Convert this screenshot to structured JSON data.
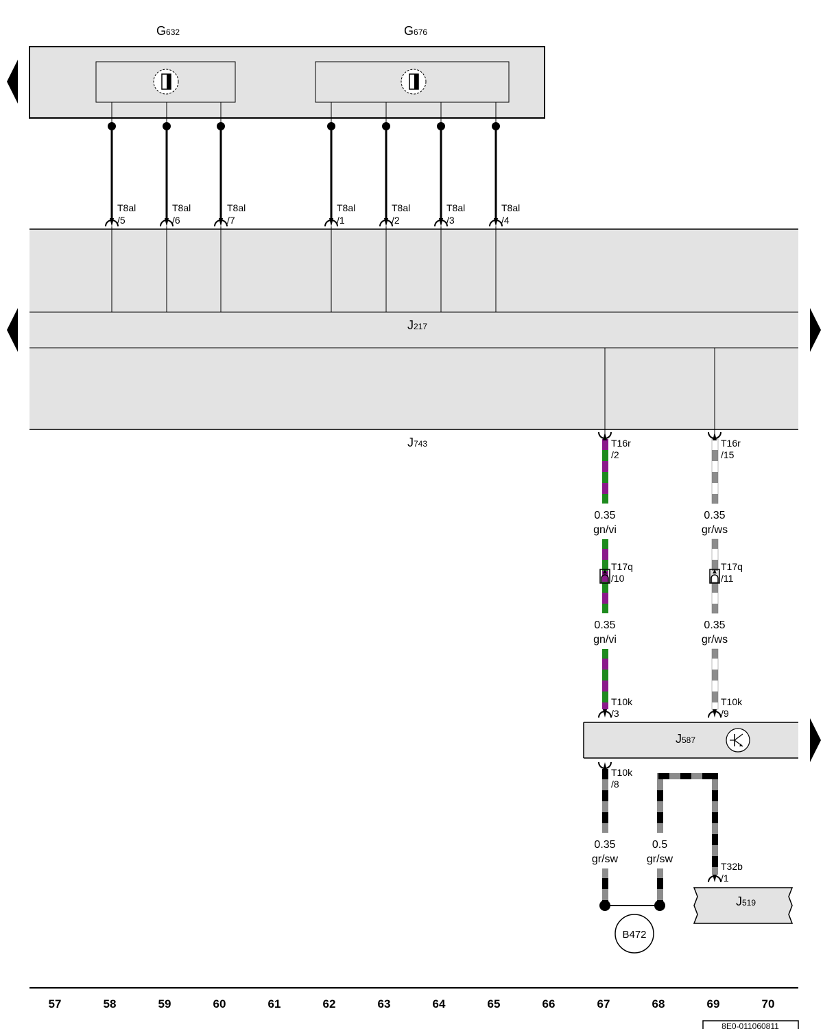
{
  "components": {
    "g632": {
      "letter": "G",
      "num": "632"
    },
    "g676": {
      "letter": "G",
      "num": "676"
    },
    "j217": {
      "letter": "J",
      "num": "217"
    },
    "j743": {
      "letter": "J",
      "num": "743"
    },
    "j587": {
      "letter": "J",
      "num": "587"
    },
    "j519": {
      "letter": "J",
      "num": "519"
    },
    "b472": "B472"
  },
  "connectors": {
    "t8al": "T8al",
    "t16r": "T16r",
    "t17q": "T17q",
    "t10k": "T10k",
    "t32b": "T32b"
  },
  "pins": {
    "t8al_1": "/5",
    "t8al_2": "/6",
    "t8al_3": "/7",
    "t8al_4": "/1",
    "t8al_5": "/2",
    "t8al_6": "/3",
    "t8al_7": "/4",
    "t16r_a": "/2",
    "t16r_b": "/15",
    "t17q_a": "/10",
    "t17q_b": "/11",
    "t10k_a": "/3",
    "t10k_b": "/9",
    "t10k_c": "/8",
    "t32b_a": "/1"
  },
  "wires": {
    "w1_size": "0.35",
    "w1_color": "gn/vi",
    "w2_size": "0.35",
    "w2_color": "gr/ws",
    "w3_size": "0.35",
    "w3_color": "gn/vi",
    "w4_size": "0.35",
    "w4_color": "gr/ws",
    "w5_size": "0.35",
    "w5_color": "gr/sw",
    "w6_size": "0.5",
    "w6_color": "gr/sw"
  },
  "columns": [
    "57",
    "58",
    "59",
    "60",
    "61",
    "62",
    "63",
    "64",
    "65",
    "66",
    "67",
    "68",
    "69",
    "70"
  ],
  "doc_id": "8E0-011060811",
  "colors": {
    "green": "#1e8a1e",
    "violet": "#8a1a8a",
    "grey": "#8c8c8c",
    "white": "#ffffff",
    "black": "#000000",
    "box_fill": "#e3e3e3"
  }
}
